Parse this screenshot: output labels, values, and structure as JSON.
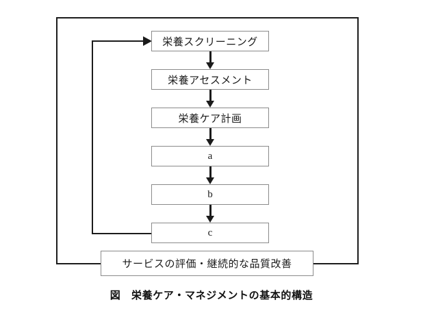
{
  "figure": {
    "caption": "図　栄養ケア・マネジメントの基本的構造",
    "caption_label": "図",
    "caption_title": "栄養ケア・マネジメントの基本的構造",
    "background_color": "#ffffff",
    "line_color": "#1b1b1b",
    "box_border_color": "#8a8a8a",
    "text_color": "#1a1a1a"
  },
  "diagram": {
    "type": "flowchart",
    "orientation": "vertical",
    "nodes": [
      {
        "id": "n1",
        "label": "栄養スクリーニング"
      },
      {
        "id": "n2",
        "label": "栄養アセスメント"
      },
      {
        "id": "n3",
        "label": "栄養ケア計画"
      },
      {
        "id": "n4",
        "label": "a"
      },
      {
        "id": "n5",
        "label": "b"
      },
      {
        "id": "n6",
        "label": "c"
      }
    ],
    "bottom_node": {
      "id": "n7",
      "label": "サービスの評価・継続的な品質改善"
    },
    "edges": [
      {
        "from": "n1",
        "to": "n2",
        "style": "arrow-down"
      },
      {
        "from": "n2",
        "to": "n3",
        "style": "arrow-down"
      },
      {
        "from": "n3",
        "to": "n4",
        "style": "arrow-down"
      },
      {
        "from": "n4",
        "to": "n5",
        "style": "arrow-down"
      },
      {
        "from": "n5",
        "to": "n6",
        "style": "arrow-down"
      },
      {
        "from": "n6",
        "to": "n1",
        "style": "feedback-loop-left-arrow"
      },
      {
        "from": "n7",
        "to": "frame",
        "style": "outer-frame-both-sides"
      }
    ]
  }
}
